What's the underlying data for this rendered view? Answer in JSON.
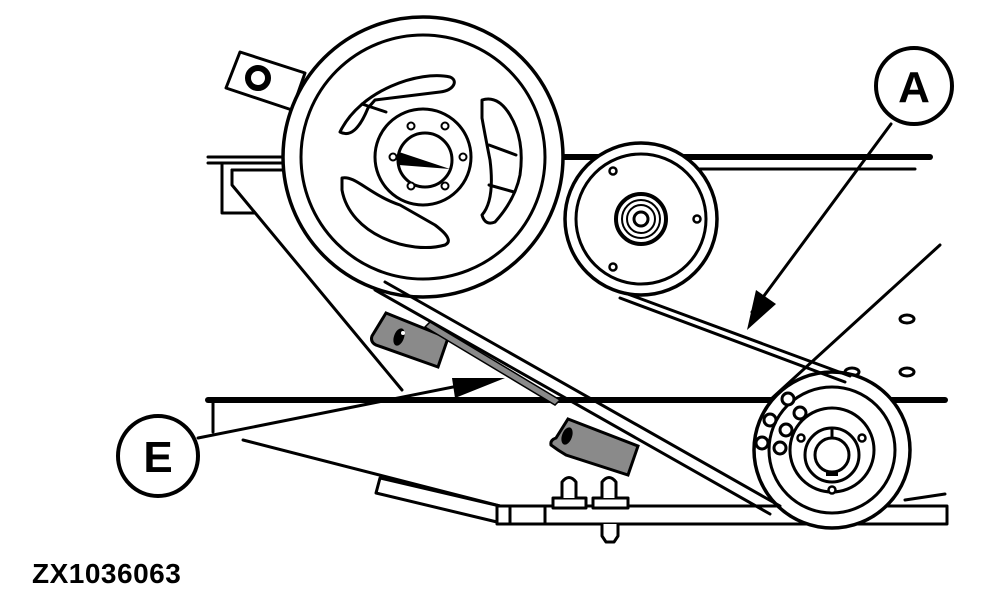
{
  "figure": {
    "id_label": "ZX1036063",
    "subject": "belt drive with pulleys and belt guides"
  },
  "callouts": [
    {
      "letter": "A",
      "target": "drive-belt"
    },
    {
      "letter": "E",
      "target": "belt-guide"
    }
  ],
  "components": {
    "upper_large_pulley": "large-pulley",
    "upper_idler_pulley": "idler-pulley",
    "lower_drive_pulley": "drive-pulley",
    "belt_guides": [
      "belt-guide-upper",
      "belt-guide-lower"
    ]
  },
  "colors": {
    "line": "#000000",
    "guide_fill": "#8a8a8a",
    "background": "#ffffff"
  }
}
